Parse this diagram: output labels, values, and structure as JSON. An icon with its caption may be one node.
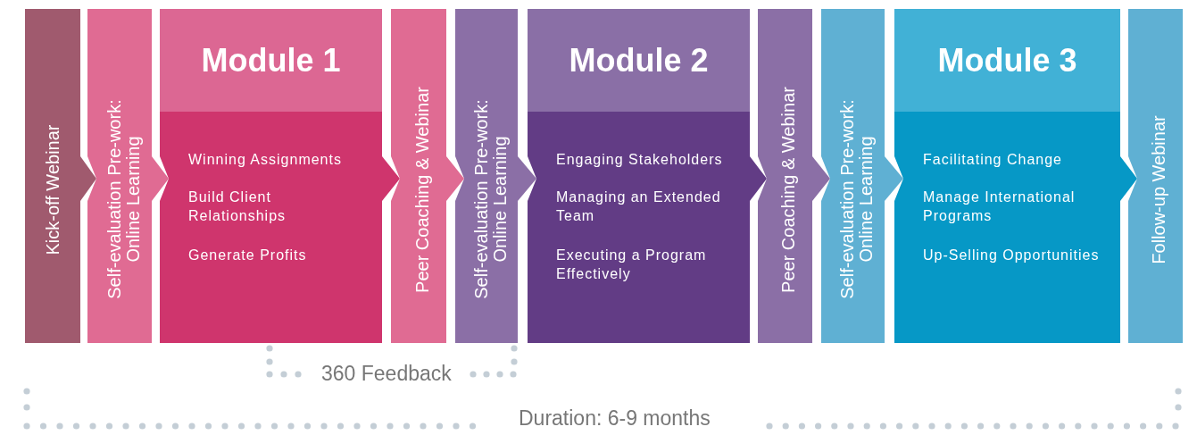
{
  "diagram": {
    "nodes": [
      {
        "text": [
          "Kick-off Webinar"
        ]
      },
      {
        "text": [
          "Self-evaluation Pre-work: Online Learning"
        ]
      },
      {
        "text": [
          "Module 1",
          "Winning Assignments",
          "Build Client Relationships",
          "Generate Profits"
        ]
      },
      {
        "text": [
          "Peer Coaching & Webinar"
        ]
      },
      {
        "text": [
          "Self-evaluation Pre-work: Online Learning"
        ]
      },
      {
        "text": [
          "Module 2",
          "Engaging Stakeholders",
          "Managing an Extended Team",
          "Executing a Program Effectively"
        ]
      },
      {
        "text": [
          "Peer Coaching & Webinar"
        ]
      },
      {
        "text": [
          "Self-evaluation Pre-work: Online Learning"
        ]
      },
      {
        "text": [
          "Module 3",
          "Facilitating Change",
          "Manage International Programs",
          "Up-Selling Opportunities"
        ]
      },
      {
        "text": [
          "Follow-up Webinar"
        ]
      }
    ],
    "edges": [
      {
        "from": 0,
        "to": 1,
        "arrow": "to"
      },
      {
        "from": 1,
        "to": 2,
        "arrow": "to"
      },
      {
        "from": 2,
        "to": 3,
        "arrow": "to"
      },
      {
        "from": 3,
        "to": 4,
        "arrow": "to"
      },
      {
        "from": 4,
        "to": 5,
        "arrow": "to"
      },
      {
        "from": 5,
        "to": 6,
        "arrow": "to"
      },
      {
        "from": 6,
        "to": 7,
        "arrow": "to"
      },
      {
        "from": 7,
        "to": 8,
        "arrow": "to"
      },
      {
        "from": 8,
        "to": 9,
        "arrow": "to"
      }
    ],
    "labels": [
      "360 Feedback",
      "Duration: 6-9 months"
    ]
  }
}
